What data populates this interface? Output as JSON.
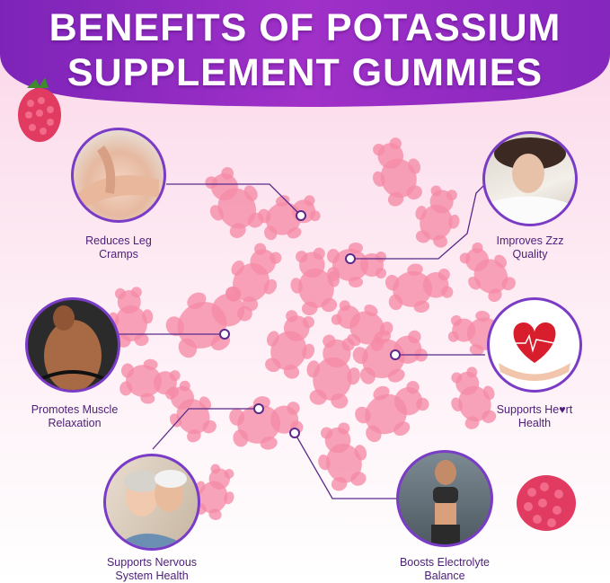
{
  "title": {
    "line1": "BENEFITS OF POTASSIUM",
    "line2": "SUPPLEMENT GUMMIES"
  },
  "colors": {
    "banner": "#9b2fc7",
    "accent": "#7a3cc6",
    "label": "#4b1e78",
    "gummy": "#f58aa6",
    "raspberry": "#e23b62"
  },
  "benefits": {
    "leg": {
      "line1": "Reduces Leg",
      "line2": "Cramps",
      "icon": "leg-photo"
    },
    "sleep": {
      "line1": "Improves Zzz",
      "line2": "Quality",
      "icon": "sleeping-woman-photo"
    },
    "muscle": {
      "line1": "Promotes Muscle",
      "line2": "Relaxation",
      "icon": "muscular-man-photo"
    },
    "heart": {
      "line1": "Supports He♥rt",
      "line2": "Health",
      "icon": "heart-in-hands-photo"
    },
    "nervous": {
      "line1": "Supports Nervous",
      "line2": "System Health",
      "icon": "elderly-couple-photo"
    },
    "electrolyte": {
      "line1": "Boosts Electrolyte",
      "line2": "Balance",
      "icon": "runner-woman-photo"
    }
  }
}
